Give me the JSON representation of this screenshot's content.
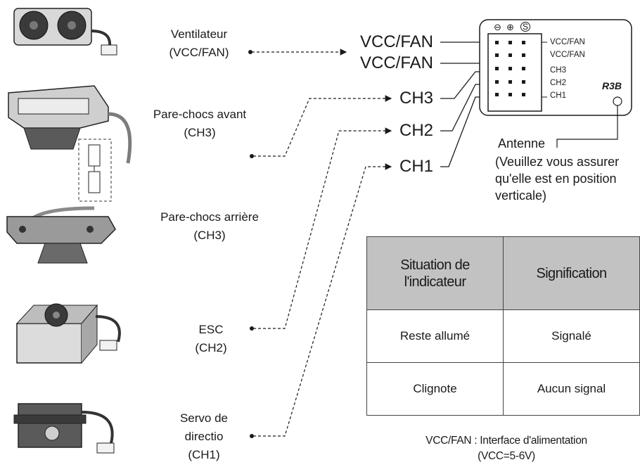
{
  "components": {
    "fan_name": "Ventilateur",
    "fan_port": "(VCC/FAN)",
    "front_bumper_name": "Pare-chocs avant",
    "front_bumper_port": "(CH3)",
    "rear_bumper_name": "Pare-chocs arrière",
    "rear_bumper_port": "(CH3)",
    "esc_name": "ESC",
    "esc_port": "(CH2)",
    "servo_line1": "Servo de",
    "servo_line2": "directio",
    "servo_port": "(CH1)"
  },
  "pins": {
    "vcc_fan_1": "VCC/FAN",
    "vcc_fan_2": "VCC/FAN",
    "ch3": "CH3",
    "ch2": "CH2",
    "ch1": "CH1"
  },
  "receiver": {
    "model": "R3B",
    "symbols": [
      "⊖",
      "⊕",
      "S"
    ],
    "labels": [
      "VCC/FAN",
      "VCC/FAN",
      "CH3",
      "CH2",
      "CH1"
    ]
  },
  "antenna": {
    "title": "Antenne",
    "note_line1": "(Veuillez vous assurer",
    "note_line2": "qu'elle est en position",
    "note_line3": "verticale)"
  },
  "table": {
    "header_status": "Situation de l'indicateur",
    "header_meaning": "Signification",
    "rows": [
      {
        "status": "Reste allumé",
        "meaning": "Signalé"
      },
      {
        "status": "Clignote",
        "meaning": "Aucun signal"
      }
    ]
  },
  "footnote": {
    "line1": "VCC/FAN : Interface d'alimentation",
    "line2": "(VCC=5-6V)"
  },
  "colors": {
    "line": "#1a1a1a",
    "table_header_bg": "#c2c2c2",
    "device_gray": "#4a4a4a"
  }
}
